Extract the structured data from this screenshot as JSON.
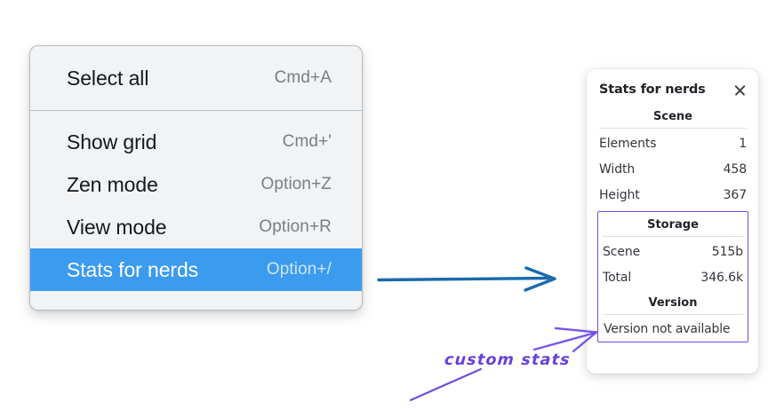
{
  "context_menu": {
    "name": "Context menu",
    "groups": [
      {
        "items": [
          {
            "label": "Select all",
            "shortcut": "Cmd+A",
            "selected": false
          }
        ]
      },
      {
        "items": [
          {
            "label": "Show grid",
            "shortcut": "Cmd+'",
            "selected": false
          },
          {
            "label": "Zen mode",
            "shortcut": "Option+Z",
            "selected": false
          },
          {
            "label": "View mode",
            "shortcut": "Option+R",
            "selected": false
          },
          {
            "label": "Stats for nerds",
            "shortcut": "Option+/",
            "selected": true
          }
        ]
      }
    ],
    "highlight_color": "#3b9bef"
  },
  "stats_panel": {
    "title": "Stats for nerds",
    "close_icon": "close-icon",
    "sections": [
      {
        "title": "Scene",
        "boxed": false,
        "rows": [
          {
            "key": "Elements",
            "value": "1"
          },
          {
            "key": "Width",
            "value": "458"
          },
          {
            "key": "Height",
            "value": "367"
          }
        ]
      },
      {
        "title": "Storage",
        "boxed": true,
        "rows": [
          {
            "key": "Scene",
            "value": "515b"
          },
          {
            "key": "Total",
            "value": "346.6k"
          }
        ]
      },
      {
        "title": "Version",
        "boxed": true,
        "rows": [],
        "note": "Version not available"
      }
    ],
    "highlight_box_color": "#7048e8"
  },
  "annotations": {
    "pointer_arrow_color": "#1b6aab",
    "label": "custom stats",
    "label_color": "#6741d9"
  }
}
